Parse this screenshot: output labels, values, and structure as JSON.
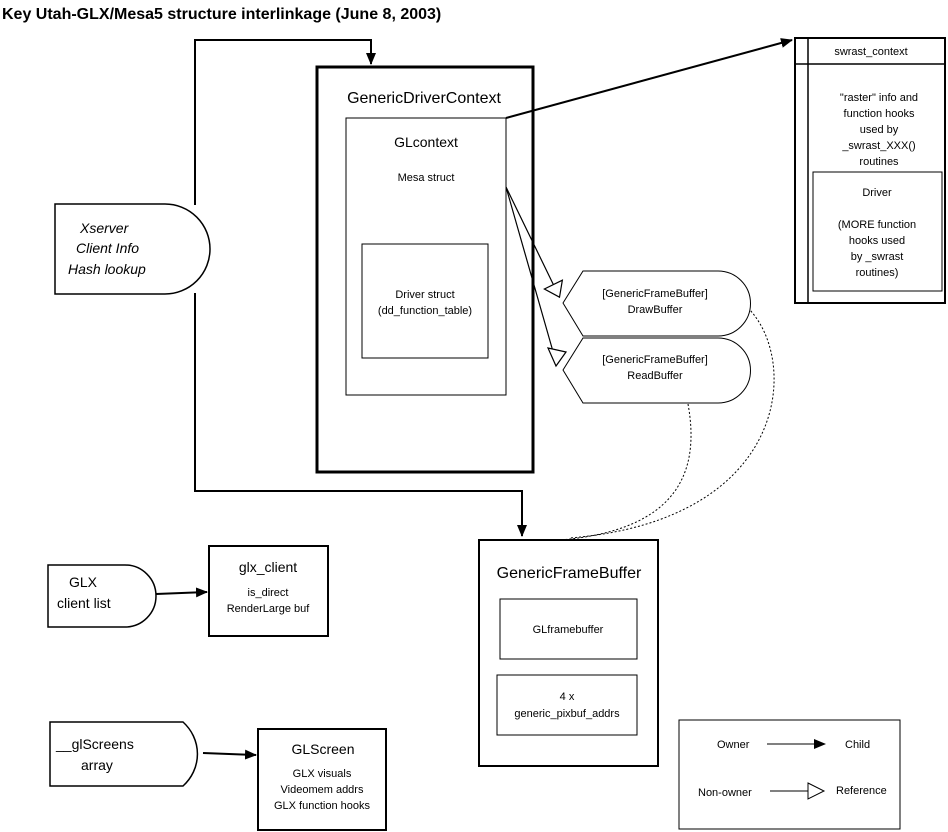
{
  "title": "Key Utah-GLX/Mesa5 structure interlinkage (June 8, 2003)",
  "generic_driver_context": {
    "label": "GenericDriverContext",
    "glcontext": {
      "label": "GLcontext",
      "sub": "Mesa struct",
      "driver_struct": [
        "Driver struct",
        "(dd_function_table)"
      ]
    }
  },
  "swrast": {
    "label": "swrast_context",
    "info": [
      "\"raster\" info and",
      "function hooks",
      "used by",
      "_swrast_XXX()",
      "routines"
    ],
    "driver": [
      "Driver",
      "",
      "(MORE function",
      "hooks used",
      "by _swrast",
      "routines)"
    ]
  },
  "xserver": [
    "Xserver",
    "Client Info",
    "Hash lookup"
  ],
  "draw_buffer": [
    "[GenericFrameBuffer]",
    "DrawBuffer"
  ],
  "read_buffer": [
    "[GenericFrameBuffer]",
    "ReadBuffer"
  ],
  "glx_client_list": [
    "GLX",
    "client list"
  ],
  "glx_client": {
    "label": "glx_client",
    "lines": [
      "is_direct",
      "RenderLarge buf"
    ]
  },
  "generic_frame_buffer": {
    "label": "GenericFrameBuffer",
    "glframebuffer": "GLframebuffer",
    "pixbuf": [
      "4 x",
      "generic_pixbuf_addrs"
    ]
  },
  "glscreens": [
    "__glScreens",
    "array"
  ],
  "glscreen": {
    "label": "GLScreen",
    "lines": [
      "GLX visuals",
      "Videomem addrs",
      "GLX function hooks"
    ]
  },
  "legend": {
    "owner": "Owner",
    "child": "Child",
    "non_owner": "Non-owner",
    "reference": "Reference"
  }
}
